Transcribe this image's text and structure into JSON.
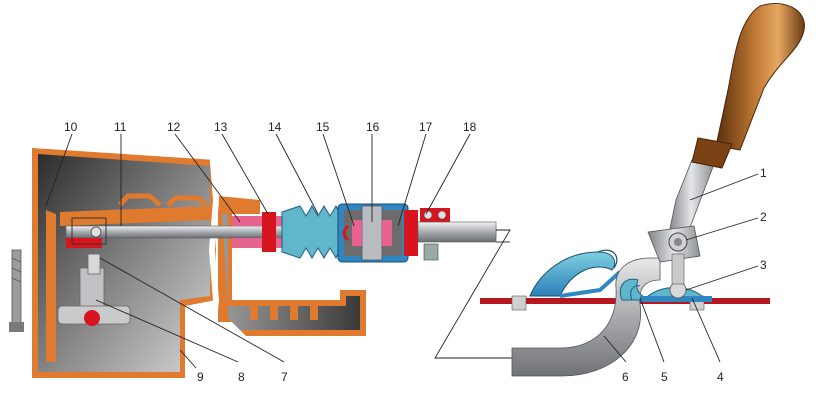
{
  "diagram": {
    "callouts": [
      {
        "id": "1",
        "label": "1"
      },
      {
        "id": "2",
        "label": "2"
      },
      {
        "id": "3",
        "label": "3"
      },
      {
        "id": "4",
        "label": "4"
      },
      {
        "id": "5",
        "label": "5"
      },
      {
        "id": "6",
        "label": "6"
      },
      {
        "id": "7",
        "label": "7"
      },
      {
        "id": "8",
        "label": "8"
      },
      {
        "id": "9",
        "label": "9"
      },
      {
        "id": "10",
        "label": "10"
      },
      {
        "id": "11",
        "label": "11"
      },
      {
        "id": "12",
        "label": "12"
      },
      {
        "id": "13",
        "label": "13"
      },
      {
        "id": "14",
        "label": "14"
      },
      {
        "id": "15",
        "label": "15"
      },
      {
        "id": "16",
        "label": "16"
      },
      {
        "id": "17",
        "label": "17"
      },
      {
        "id": "18",
        "label": "18"
      }
    ],
    "colors": {
      "housing_dark": "#3c3c3c",
      "housing_mid": "#8a8a8a",
      "housing_light": "#cfcfcf",
      "section_orange": "#e07a2e",
      "seal_red": "#d8141e",
      "boot_blue": "#2f86c0",
      "boot_teal": "#5fb7c9",
      "knob_brown": "#9a5a1e",
      "knob_highlight": "#d99a55",
      "floor_red": "#b51620",
      "pink_part": "#e7638f",
      "rod_grey": "#b9bcc0"
    }
  }
}
